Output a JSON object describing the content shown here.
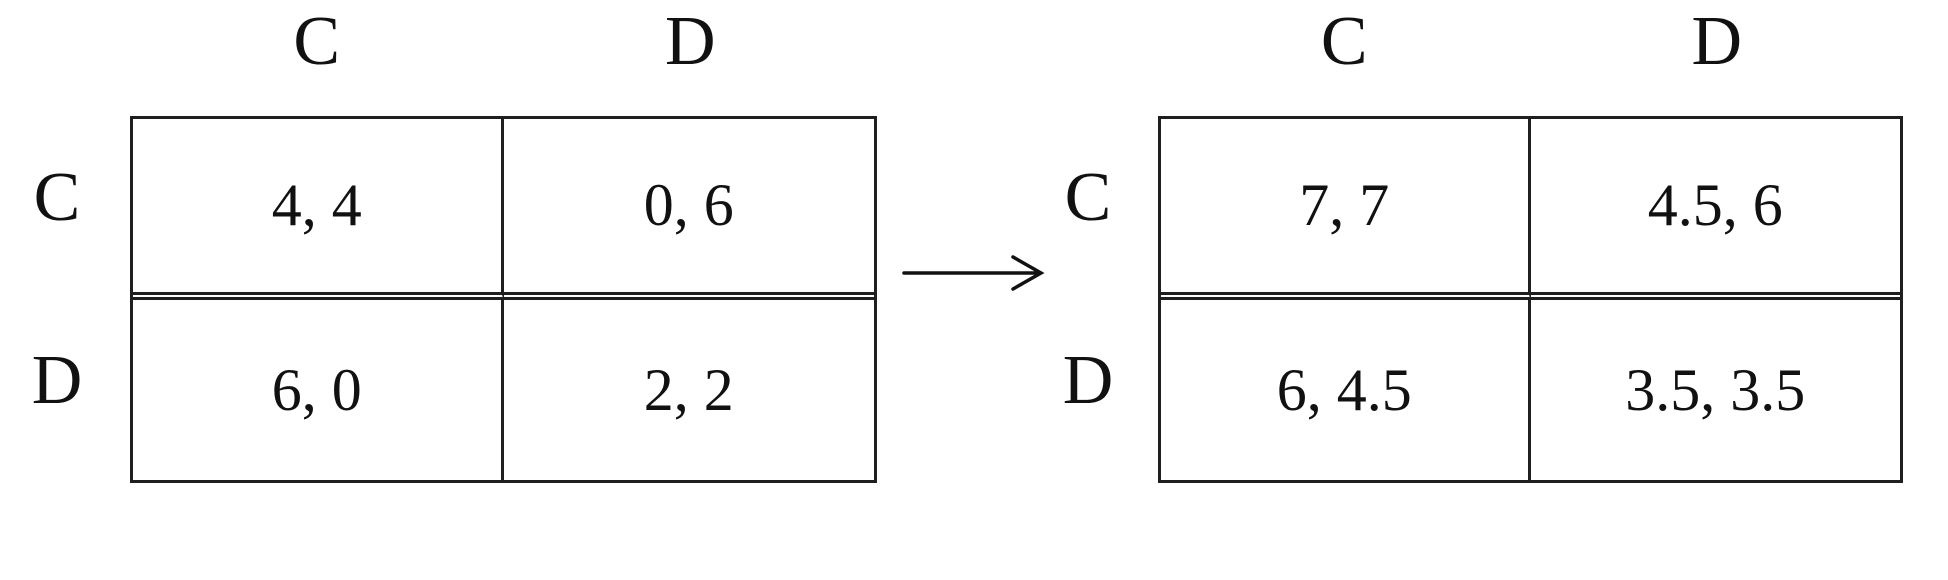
{
  "figure": {
    "description": "Two 2x2 payoff matrices linked by a right arrow showing a game transformation",
    "arrow_icon": "right-arrow"
  },
  "matrices": [
    {
      "name": "left-game",
      "col_headers": [
        "C",
        "D"
      ],
      "row_headers": [
        "C",
        "D"
      ],
      "cells": [
        [
          "4, 4",
          "0, 6"
        ],
        [
          "6, 0",
          "2, 2"
        ]
      ]
    },
    {
      "name": "right-game",
      "col_headers": [
        "C",
        "D"
      ],
      "row_headers": [
        "C",
        "D"
      ],
      "cells": [
        [
          "7, 7",
          "4.5, 6"
        ],
        [
          "6, 4.5",
          "3.5, 3.5"
        ]
      ]
    }
  ],
  "colors": {
    "background": "#ffffff",
    "border": "#1f1f1f",
    "text": "#111111"
  }
}
